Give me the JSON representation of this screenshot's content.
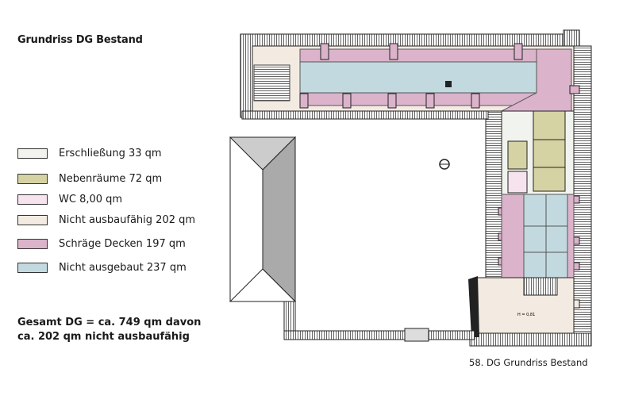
{
  "title": "Grundriss DG Bestand",
  "legend": [
    {
      "label": "Erschließung 33 qm",
      "color": "#f1f3ee"
    },
    {
      "label": "Nebenräume 72 qm",
      "color": "#d5d2a4"
    },
    {
      "label": "WC 8,00 qm",
      "color": "#f6e3ee"
    },
    {
      "label": "Nicht ausbaufähig 202 qm",
      "color": "#f3ebe2"
    },
    {
      "label": "Schräge Decken 197 qm",
      "color": "#dbb3cb"
    },
    {
      "label": "Nicht ausgebaut 237 qm",
      "color": "#c3d9e0"
    }
  ],
  "total": {
    "line1": "Gesamt DG = ca. 749 qm davon",
    "line2": "ca. 202 qm nicht ausbaufähig"
  },
  "plan": {
    "height_label": "H = 0,81"
  },
  "caption": "58. DG Grundriss Bestand"
}
